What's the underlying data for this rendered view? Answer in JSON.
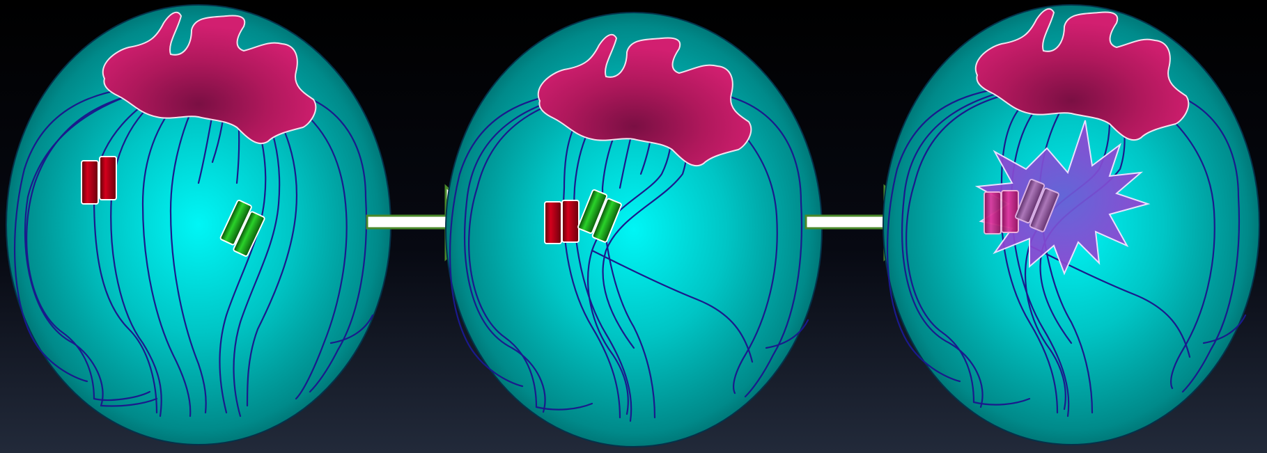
{
  "diagram": {
    "cells": [
      {
        "name": "cell-1",
        "domain": "nucleolar-domain",
        "strands": "chromatin-fibers",
        "loci": [
          "red-locus",
          "green-locus"
        ],
        "state": "separated"
      },
      {
        "name": "cell-2",
        "domain": "nucleolar-domain",
        "strands": "chromatin-fibers",
        "loci": [
          "red-locus",
          "green-locus"
        ],
        "state": "paired"
      },
      {
        "name": "cell-3",
        "domain": "nucleolar-domain",
        "strands": "chromatin-fibers",
        "loci": [
          "red-locus",
          "green-locus"
        ],
        "state": "paired-interaction"
      }
    ],
    "arrows": [
      "step-arrow-1",
      "step-arrow-2"
    ],
    "icons": [
      "nucleus-icon",
      "arrow-right-icon",
      "starburst-icon"
    ]
  },
  "colors": {
    "background_top": "#000000",
    "background_bottom": "#222a3a",
    "cell_center": "#00f4f4",
    "cell_mid": "#00b3b3",
    "cell_edge": "#006b6b",
    "domain_fill": "#c81b6a",
    "domain_dark": "#7a0f43",
    "fiber": "#1a1a8c",
    "locus_red": "#c8001a",
    "locus_red_dark": "#5a0009",
    "locus_green": "#1fbb1f",
    "locus_green_dark": "#064a06",
    "arrow_fill": "#ffffff",
    "arrow_stroke": "#4b8a2b",
    "burst_fill": "#8a47cc",
    "locus_pink": "#d8379a",
    "locus_mauve": "#9a5aa0"
  }
}
